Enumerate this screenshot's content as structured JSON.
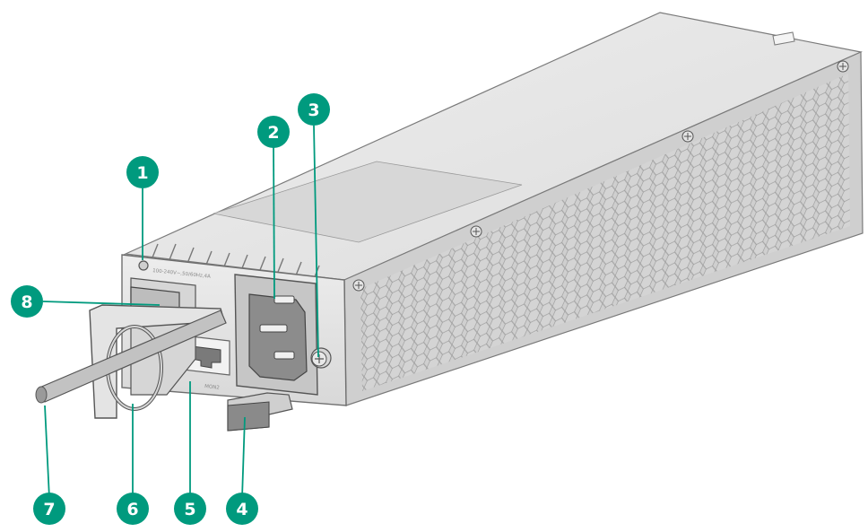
{
  "figure": {
    "rating_text": "100-240V~,50/60Hz,4A",
    "port_text": "MON2"
  },
  "callouts": [
    {
      "id": "1",
      "label": "1"
    },
    {
      "id": "2",
      "label": "2"
    },
    {
      "id": "3",
      "label": "3"
    },
    {
      "id": "4",
      "label": "4"
    },
    {
      "id": "5",
      "label": "5"
    },
    {
      "id": "6",
      "label": "6"
    },
    {
      "id": "7",
      "label": "7"
    },
    {
      "id": "8",
      "label": "8"
    }
  ],
  "colors": {
    "callout": "#009a7e",
    "leader": "#009a7e",
    "body_light": "#e6e6e6",
    "body_mid": "#d2d2d2",
    "body_dark": "#b8b8b8",
    "outline": "#6e6e6e"
  }
}
